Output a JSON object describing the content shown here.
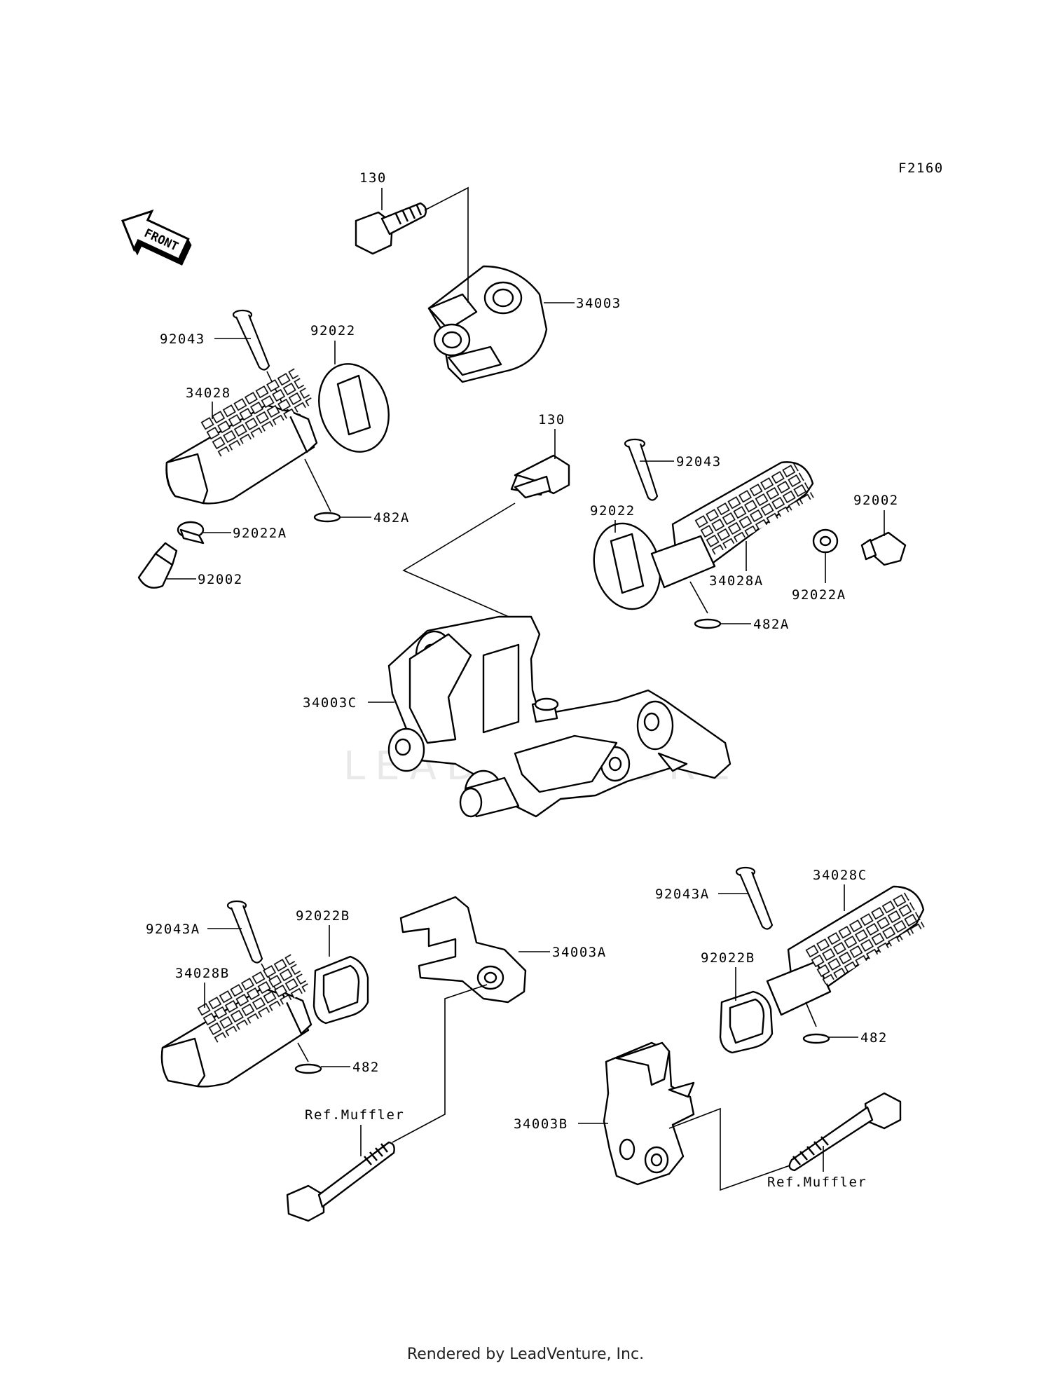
{
  "diagram": {
    "code": "F2160",
    "front_label": "FRONT",
    "watermark": "LEADVENTURE",
    "footer": "Rendered by LeadVenture, Inc.",
    "callouts": {
      "bolt_top": "130",
      "bracket_top": "34003",
      "pin_left": "92043",
      "plate_left": "92022",
      "footpeg_left": "34028",
      "washer_left": "92022A",
      "cap_left": "92002",
      "clip_left": "482A",
      "bolt_mid": "130",
      "pin_right": "92043",
      "plate_right": "92022",
      "footpeg_right": "34028A",
      "washer_right": "92022A",
      "cap_right": "92002",
      "clip_right": "482A",
      "main_bracket": "34003C",
      "pin_bl": "92043A",
      "rubber_bl": "92022B",
      "footpeg_bl": "34028B",
      "clip_bl": "482",
      "bracket_bl": "34003A",
      "ref_muffler_l": "Ref.Muffler",
      "pin_br": "92043A",
      "footpeg_br": "34028C",
      "rubber_br": "92022B",
      "clip_br": "482",
      "bracket_br": "34003B",
      "ref_muffler_r": "Ref.Muffler"
    }
  }
}
